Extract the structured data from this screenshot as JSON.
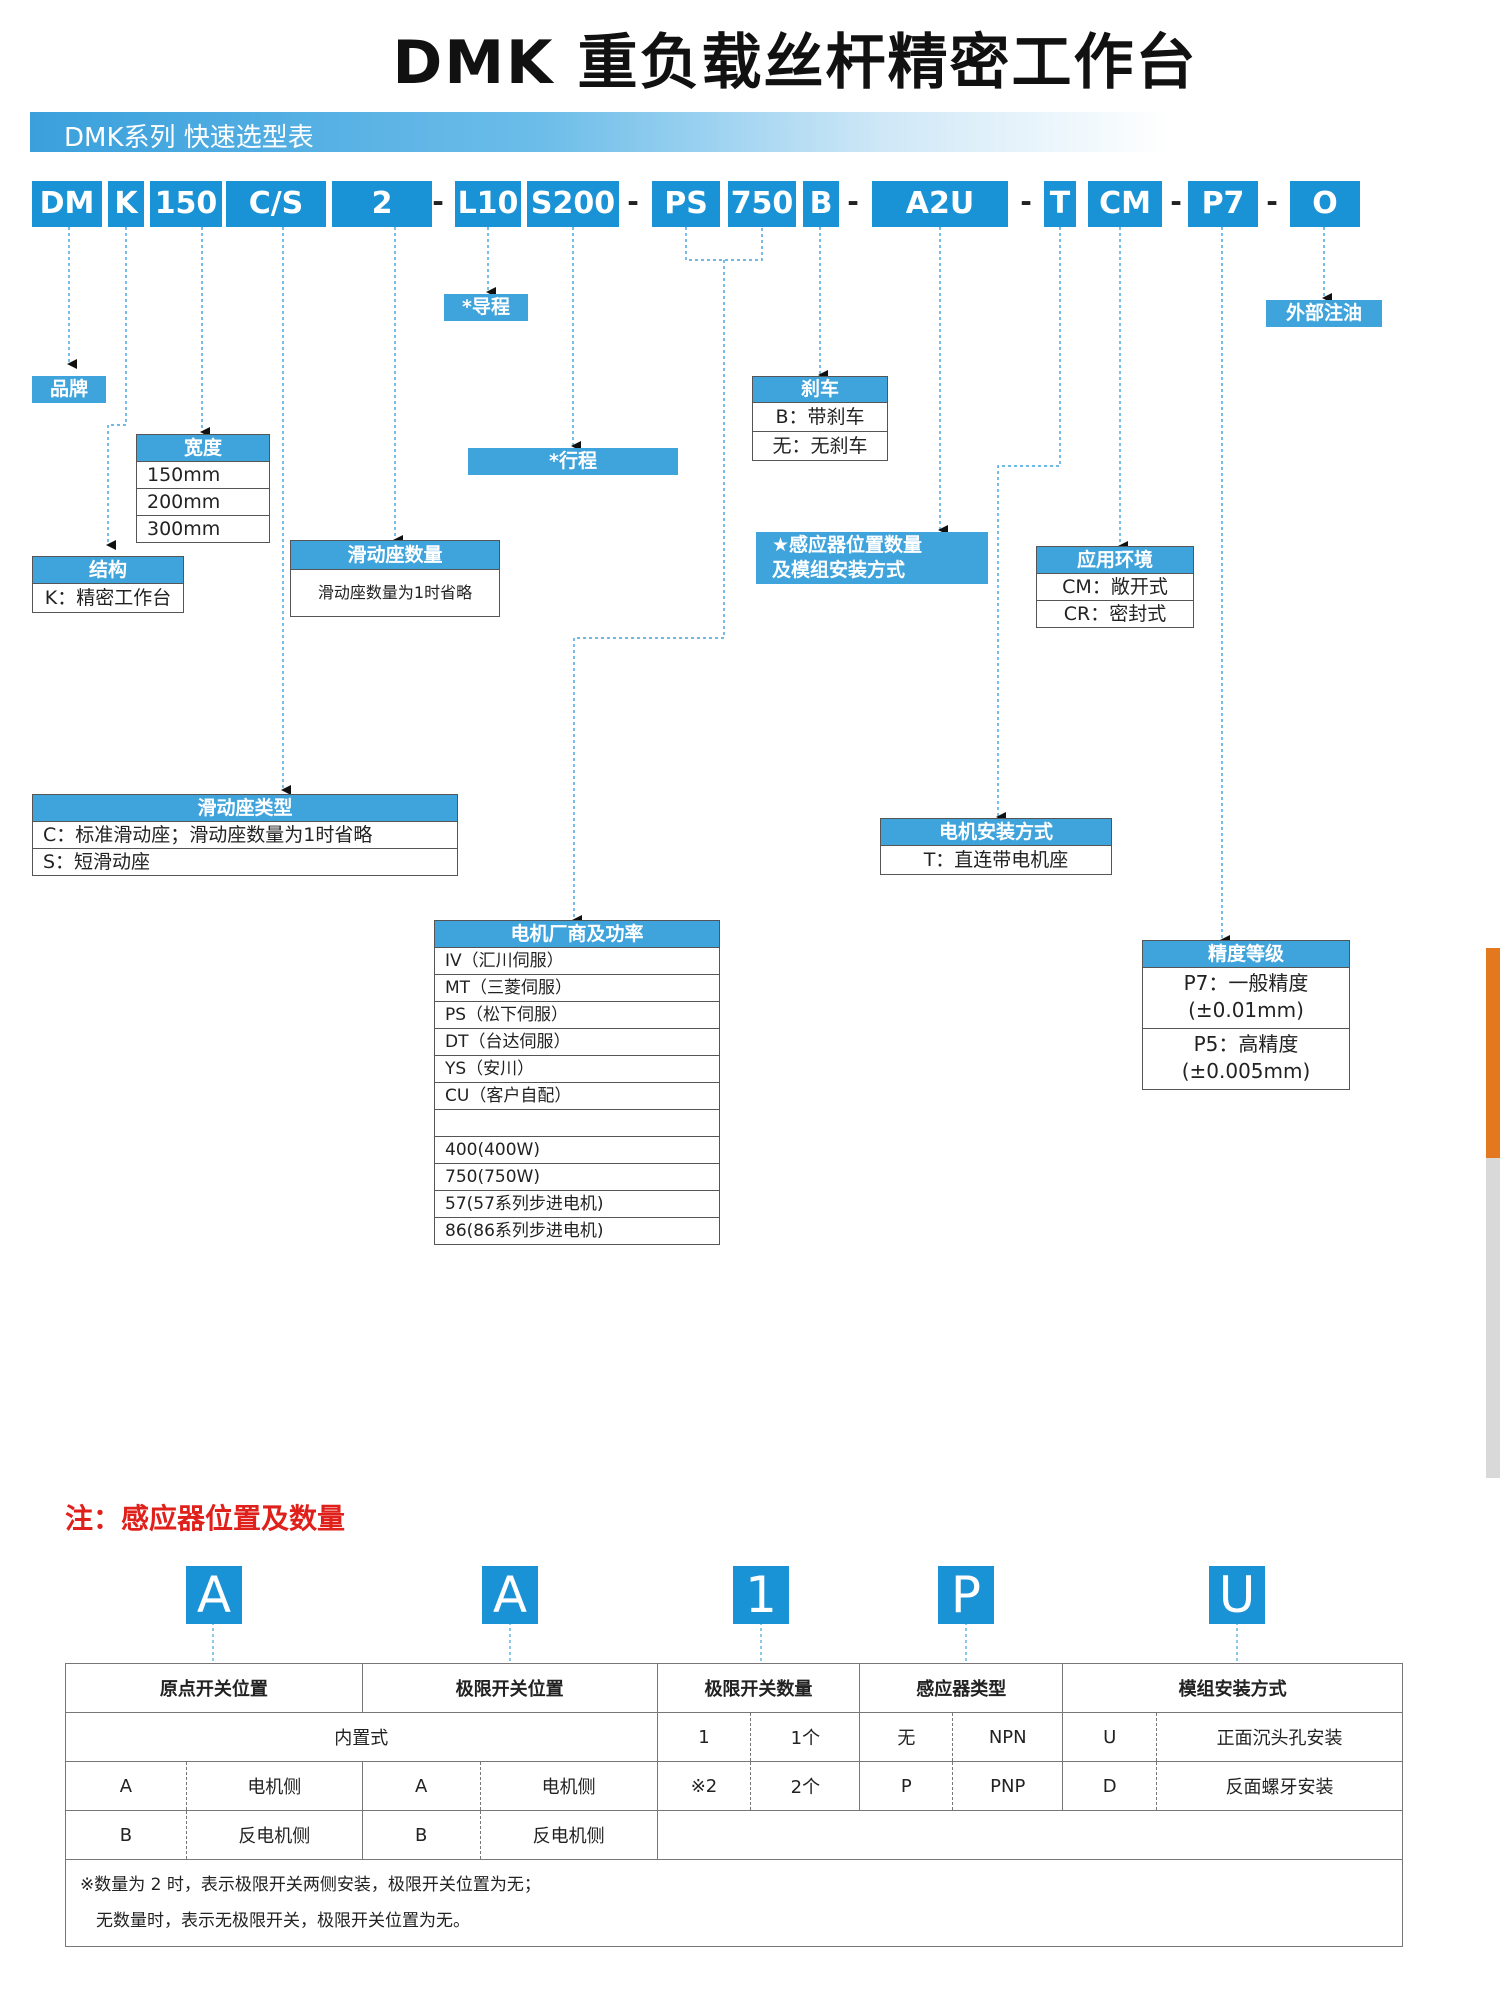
{
  "title": "DMK 重负载丝杆精密工作台",
  "banner": "DMK系列  快速选型表",
  "codes": [
    "DM",
    "K",
    "150",
    "C/S",
    "2",
    "L10",
    "S200",
    "PS",
    "750",
    "B",
    "A2U",
    "T",
    "CM",
    "P7",
    "O"
  ],
  "dash": "-",
  "labels": {
    "guide": "*导程",
    "oil": "外部注油",
    "brand": "品牌",
    "brake": {
      "title": "刹车",
      "rows": [
        "B：带刹车",
        "无：无刹车"
      ]
    },
    "width": {
      "title": "宽度",
      "rows": [
        "150mm",
        "200mm",
        "300mm"
      ]
    },
    "stroke": "*行程",
    "sensor": [
      "★感应器位置数量",
      "及模组安装方式"
    ],
    "env": {
      "title": "应用环境",
      "rows": [
        "CM：敞开式",
        "CR：密封式"
      ]
    },
    "structure": {
      "title": "结构",
      "rows": [
        "K：精密工作台"
      ]
    },
    "slider_qty": {
      "title": "滑动座数量",
      "rows": [
        "滑动座数量为1时省略"
      ]
    },
    "slider_type": {
      "title": "滑动座类型",
      "rows": [
        "C：标准滑动座；滑动座数量为1时省略",
        "S：短滑动座"
      ]
    },
    "motor_mount": {
      "title": "电机安装方式",
      "rows": [
        "T：直连带电机座"
      ]
    },
    "motor": {
      "title": "电机厂商及功率",
      "rows": [
        "IV（汇川伺服）",
        "MT（三菱伺服）",
        "PS（松下伺服）",
        "DT（台达伺服）",
        "YS（安川）",
        "CU（客户自配）",
        "",
        "400(400W)",
        "750(750W)",
        "57(57系列步进电机)",
        "86(86系列步进电机)"
      ]
    },
    "precision": {
      "title": "精度等级",
      "rows": [
        [
          "P7：一般精度",
          "(±0.01mm)"
        ],
        [
          "P5：高精度",
          "(±0.005mm)"
        ]
      ]
    }
  },
  "note": {
    "title": "注：感应器位置及数量",
    "letters": [
      "A",
      "A",
      "1",
      "P",
      "U"
    ],
    "headers": [
      "原点开关位置",
      "极限开关位置",
      "极限开关数量",
      "感应器类型",
      "模组安装方式"
    ],
    "row1": {
      "builtin": "内置式",
      "qty_code": "1",
      "qty": "1个",
      "type_code": "无",
      "type": "NPN",
      "mount_code": "U",
      "mount": "正面沉头孔安装"
    },
    "row2": {
      "origin_code": "A",
      "origin": "电机侧",
      "limit_code": "A",
      "limit": "电机侧",
      "qty_code": "※2",
      "qty": "2个",
      "type_code": "P",
      "type": "PNP",
      "mount_code": "D",
      "mount": "反面螺牙安装"
    },
    "row3": {
      "origin_code": "B",
      "origin": "反电机侧",
      "limit_code": "B",
      "limit": "反电机侧"
    },
    "footnote": [
      "※数量为 2 时，表示极限开关两侧安装，极限开关位置为无；",
      "无数量时，表示无极限开关，极限开关位置为无。"
    ]
  },
  "colors": {
    "accent": "#1a93d6",
    "label_bg": "#3fa3dc",
    "note_red": "#e0201b",
    "side_orange": "#e3781e"
  }
}
